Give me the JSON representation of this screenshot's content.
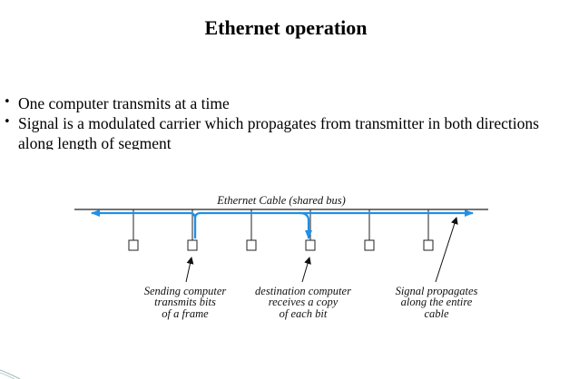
{
  "slide": {
    "title": "Ethernet operation",
    "bullets": [
      "One computer transmits at a time",
      "Signal is a modulated carrier which propagates from transmitter in both directions along length of segment"
    ]
  },
  "diagram": {
    "cable_label": "Ethernet Cable (shared bus)",
    "callouts": {
      "sending": [
        "Sending computer",
        "transmits bits",
        "of a frame"
      ],
      "destination": [
        "destination computer",
        "receives a copy",
        "of each bit"
      ],
      "propagation": [
        "Signal propagates",
        "along the entire",
        "cable"
      ]
    },
    "colors": {
      "signal": "#1e90e8",
      "cable": "#222222"
    }
  }
}
